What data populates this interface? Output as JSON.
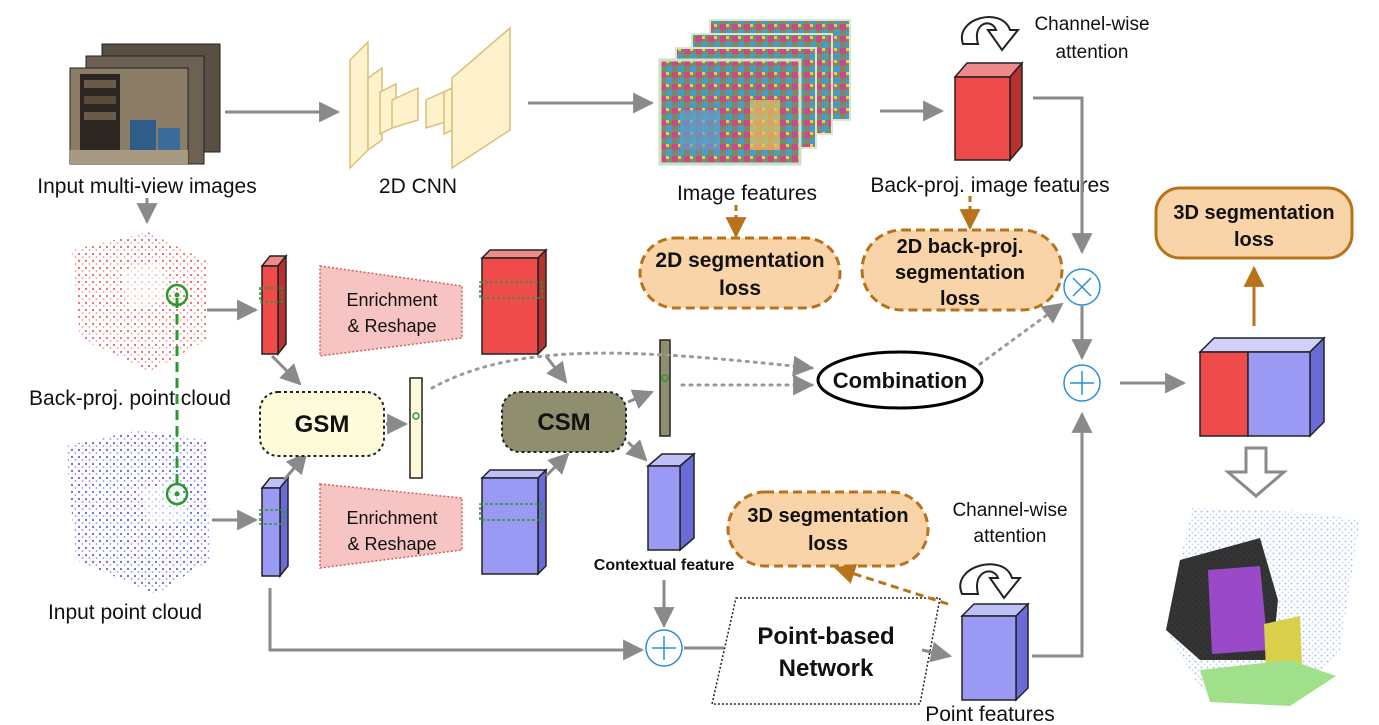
{
  "labels": {
    "input_images": "Input multi-view images",
    "cnn": "2D CNN",
    "image_features": "Image features",
    "backproj_image_features": "Back-proj. image features",
    "channel_attention_top_1": "Channel-wise",
    "channel_attention_top_2": "attention",
    "backproj_point_cloud": "Back-proj. point cloud",
    "input_point_cloud": "Input point cloud",
    "enrichment_top_1": "Enrichment",
    "enrichment_top_2": "& Reshape",
    "enrichment_bottom_1": "Enrichment",
    "enrichment_bottom_2": "& Reshape",
    "gsm": "GSM",
    "csm": "CSM",
    "combination": "Combination",
    "contextual_feature": "Contextual feature",
    "point_network_1": "Point-based",
    "point_network_2": "Network",
    "point_features": "Point features",
    "channel_attention_bottom_1": "Channel-wise",
    "channel_attention_bottom_2": "attention"
  },
  "losses": {
    "seg2d_1": "2D segmentation",
    "seg2d_2": "loss",
    "backproj_seg_1": "2D back-proj.",
    "backproj_seg_2": "segmentation",
    "backproj_seg_3": "loss",
    "seg3d_top_1": "3D segmentation",
    "seg3d_top_2": "loss",
    "seg3d_mid_1": "3D segmentation",
    "seg3d_mid_2": "loss"
  },
  "colors": {
    "red_feature": "#ef4b4b",
    "blue_feature": "#9a9af5",
    "loss_fill": "#f9d4a8",
    "loss_stroke": "#b8731a",
    "arrow_gray": "#8a8a8a",
    "operator_blue": "#2a8fd6",
    "gsm_fill": "#fdfbd9",
    "csm_fill": "#8f8f70"
  }
}
